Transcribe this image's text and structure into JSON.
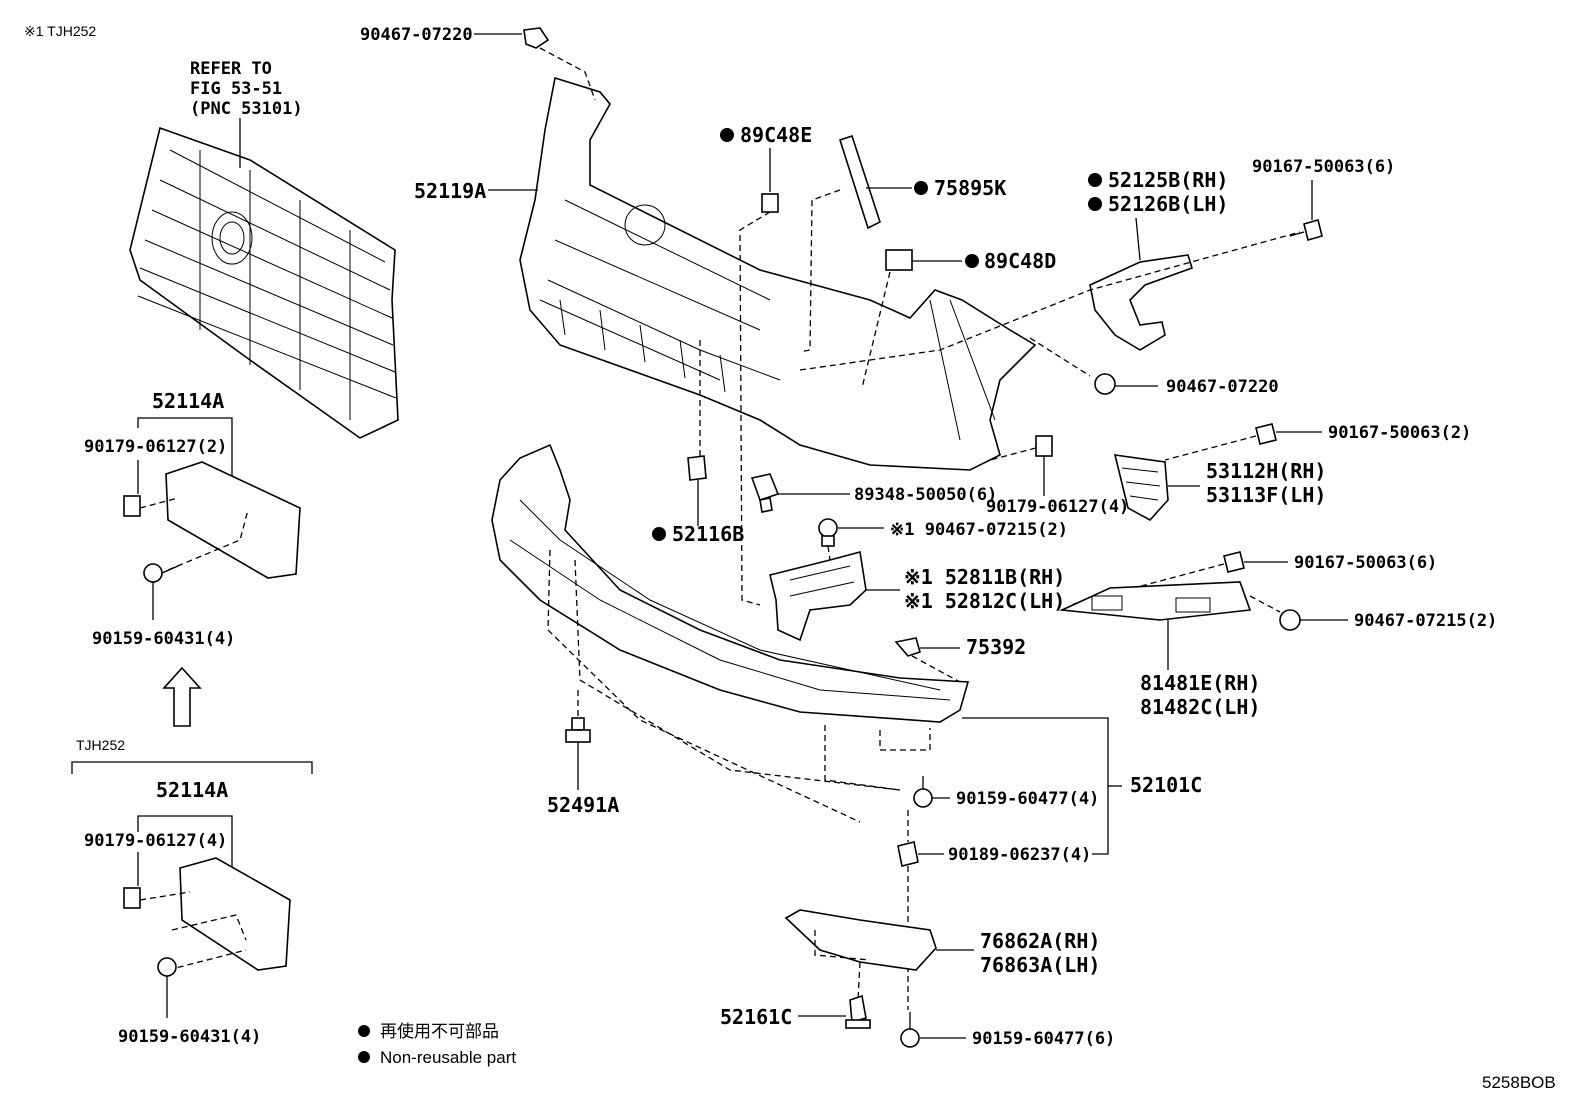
{
  "header": {
    "note": "※1 TJH252",
    "figure_code": "5258BOB"
  },
  "grille_ref": {
    "line1": "REFER TO",
    "line2": "FIG 53-51",
    "line3": "(PNC 53101)"
  },
  "labels": {
    "p90467_07220_top": "90467-07220",
    "p52119A": "52119A",
    "p89C48E": "89C48E",
    "p75895K": "75895K",
    "p89C48D": "89C48D",
    "p52125B": "52125B(RH)",
    "p52126B": "52126B(LH)",
    "p90167_50063_6_top": "90167-50063(6)",
    "p90467_07220_mid": "90467-07220",
    "p90167_50063_2": "90167-50063(2)",
    "p53112H": "53112H(RH)",
    "p53113F": "53113F(LH)",
    "p90179_06127_4": "90179-06127(4)",
    "p89348_50050": "89348-50050(6)",
    "p52116B": "52116B",
    "p90467_07215_2_a": "※1 90467-07215(2)",
    "p52811B": "※1 52811B(RH)",
    "p52812C": "※1 52812C(LH)",
    "p90167_50063_6_mid": "90167-50063(6)",
    "p90467_07215_2_b": "90467-07215(2)",
    "p75392": "75392",
    "p81481E": "81481E(RH)",
    "p81482C": "81482C(LH)",
    "p52491A": "52491A",
    "p90159_60477_4": "90159-60477(4)",
    "p52101C": "52101C",
    "p90189_06237": "90189-06237(4)",
    "p76862A": "76862A(RH)",
    "p76863A": "76863A(LH)",
    "p52161C": "52161C",
    "p90159_60477_6": "90159-60477(6)",
    "p52114A_top": "52114A",
    "p90179_06127_2": "90179-06127(2)",
    "p90159_60431_top": "90159-60431(4)",
    "tjh252": "TJH252",
    "p52114A_bot": "52114A",
    "p90179_06127_4_bot": "90179-06127(4)",
    "p90159_60431_bot": "90159-60431(4)"
  },
  "legend": {
    "jp": "再使用不可部品",
    "en": "Non-reusable part"
  }
}
